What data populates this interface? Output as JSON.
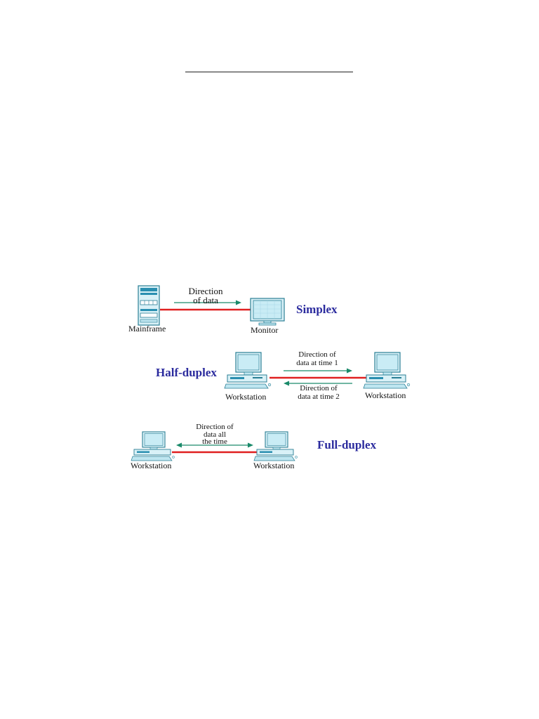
{
  "diagram": {
    "simplex": {
      "mode_label": "Simplex",
      "left_device": "Mainframe",
      "right_device": "Monitor",
      "direction_label_line1": "Direction",
      "direction_label_line2": "of data"
    },
    "half_duplex": {
      "mode_label": "Half-duplex",
      "left_device": "Workstation",
      "right_device": "Workstation",
      "direction1_line1": "Direction of",
      "direction1_line2": "data at time 1",
      "direction2_line1": "Direction of",
      "direction2_line2": "data at time 2"
    },
    "full_duplex": {
      "mode_label": "Full-duplex",
      "left_device": "Workstation",
      "right_device": "Workstation",
      "direction_line1": "Direction of",
      "direction_line2": "data all",
      "direction_line3": "the time"
    },
    "colors": {
      "link_line": "#e02020",
      "arrow": "#1a8a6a",
      "mode_label": "#2b2b9e",
      "device_fill": "#bfe6f0",
      "device_stroke": "#2a7e94"
    }
  }
}
